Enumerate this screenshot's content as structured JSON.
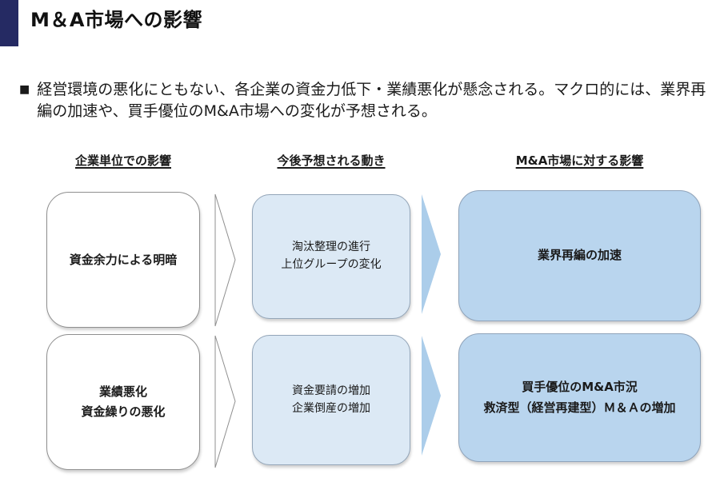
{
  "header": {
    "title": "M＆A市場への影響"
  },
  "summary": {
    "marker": "■",
    "text": "経営環境の悪化にともない、各企業の資金力低下・業績悪化が懸念される。マクロ的には、業界再編の加速や、買手優位のM&A市場への変化が予想される。"
  },
  "diagram": {
    "column_headers": [
      "企業単位での影響",
      "今後予想される動き",
      "M&A市場に対する影響"
    ],
    "rows": [
      {
        "cause": [
          "資金余力による明暗"
        ],
        "movement": [
          "淘汰整理の進行",
          "上位グループの変化"
        ],
        "impact": [
          "業界再編の加速"
        ]
      },
      {
        "cause": [
          "業績悪化",
          "資金繰りの悪化"
        ],
        "movement": [
          "資金要請の増加",
          "企業倒産の増加"
        ],
        "impact": [
          "買手優位のM&A市況",
          "救済型（経営再建型）Ｍ＆Ａの増加"
        ]
      }
    ]
  },
  "colors": {
    "accent_navy": "#252a63",
    "box_white": "#ffffff",
    "box_light_blue": "#dce9f5",
    "box_medium_blue": "#b9d5ee",
    "arrow_fill_blue": "#abcdea",
    "border_gray": "#8f8f8f"
  }
}
